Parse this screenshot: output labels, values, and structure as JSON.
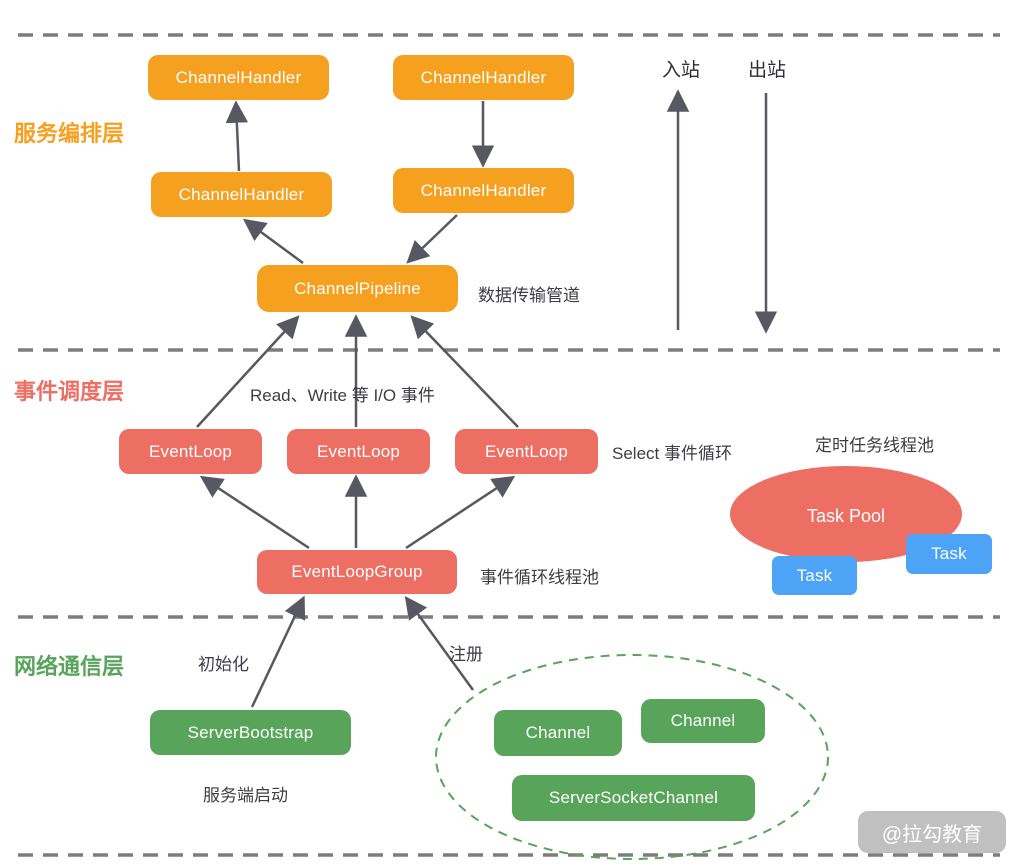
{
  "watermark": "@拉勾教育",
  "colors": {
    "orange": "#F5A11F",
    "red": "#ED6E62",
    "green": "#57A45A",
    "blue": "#4DA3F6",
    "arrow": "#585862"
  },
  "orchestration": {
    "label": "服务编排层",
    "handlers": [
      "ChannelHandler",
      "ChannelHandler",
      "ChannelHandler",
      "ChannelHandler"
    ],
    "pipeline": "ChannelPipeline",
    "pipeline_note": "数据传输管道",
    "inbound": "入站",
    "outbound": "出站"
  },
  "event": {
    "label": "事件调度层",
    "io_note": "Read、Write 等 I/O 事件",
    "eventloops": [
      "EventLoop",
      "EventLoop",
      "EventLoop"
    ],
    "select_note": "Select 事件循环",
    "timer_pool_note": "定时任务线程池",
    "group": "EventLoopGroup",
    "group_note": "事件循环线程池",
    "task_pool": "Task Pool",
    "tasks": [
      "Task",
      "Task"
    ]
  },
  "network": {
    "label": "网络通信层",
    "init_note": "初始化",
    "register_note": "注册",
    "bootstrap": "ServerBootstrap",
    "bootstrap_note": "服务端启动",
    "channels": [
      "Channel",
      "Channel"
    ],
    "server_socket_channel": "ServerSocketChannel"
  }
}
